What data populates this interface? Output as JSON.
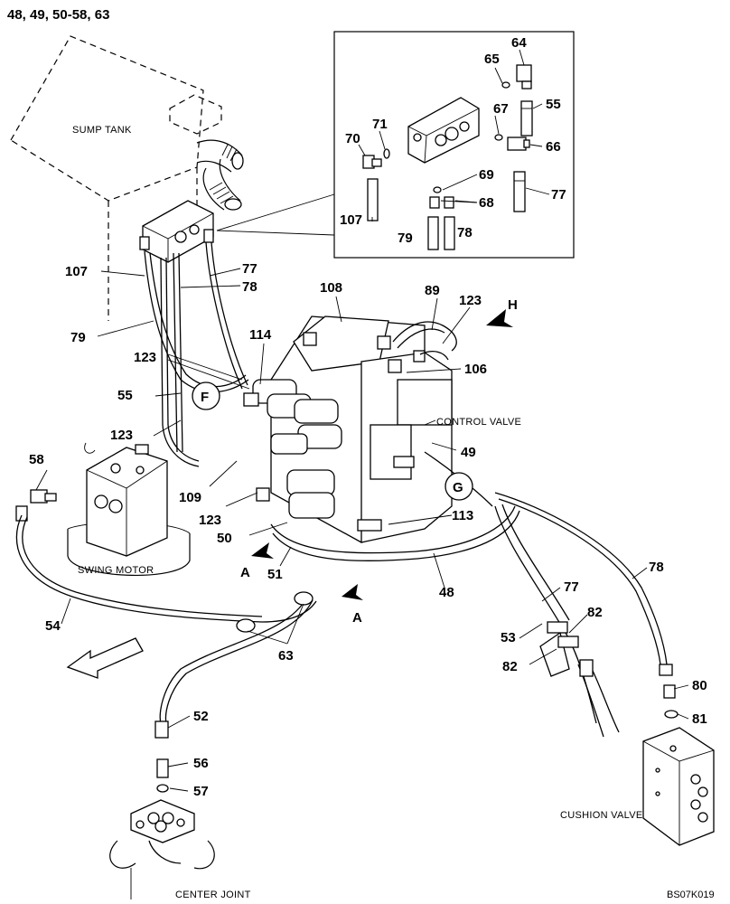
{
  "header": "48, 49, 50-58, 63",
  "drawing_code": "BS07K019",
  "captions": {
    "sump_tank": "SUMP TANK",
    "control_valve": "CONTROL VALVE",
    "swing_motor": "SWING MOTOR",
    "center_joint": "CENTER JOINT",
    "cushion_valve": "CUSHION VALVE"
  },
  "view_markers": {
    "a": "A",
    "h": "H",
    "f": "F",
    "g": "G"
  },
  "callouts": [
    {
      "id": "c64",
      "text": "64"
    },
    {
      "id": "c65",
      "text": "65"
    },
    {
      "id": "c55a",
      "text": "55"
    },
    {
      "id": "c71",
      "text": "71"
    },
    {
      "id": "c67",
      "text": "67"
    },
    {
      "id": "c70",
      "text": "70"
    },
    {
      "id": "c66",
      "text": "66"
    },
    {
      "id": "c69",
      "text": "69"
    },
    {
      "id": "c68",
      "text": "68"
    },
    {
      "id": "c77a",
      "text": "77"
    },
    {
      "id": "c107a",
      "text": "107"
    },
    {
      "id": "c79a",
      "text": "79"
    },
    {
      "id": "c78a",
      "text": "78"
    },
    {
      "id": "c107b",
      "text": "107"
    },
    {
      "id": "c77b",
      "text": "77"
    },
    {
      "id": "c78b",
      "text": "78"
    },
    {
      "id": "c108",
      "text": "108"
    },
    {
      "id": "c89",
      "text": "89"
    },
    {
      "id": "c123a",
      "text": "123"
    },
    {
      "id": "c79b",
      "text": "79"
    },
    {
      "id": "c114",
      "text": "114"
    },
    {
      "id": "c123b",
      "text": "123"
    },
    {
      "id": "c106",
      "text": "106"
    },
    {
      "id": "c55b",
      "text": "55"
    },
    {
      "id": "c123c",
      "text": "123"
    },
    {
      "id": "c49",
      "text": "49"
    },
    {
      "id": "c58",
      "text": "58"
    },
    {
      "id": "c109",
      "text": "109"
    },
    {
      "id": "c123d",
      "text": "123"
    },
    {
      "id": "c113",
      "text": "113"
    },
    {
      "id": "c50",
      "text": "50"
    },
    {
      "id": "c51",
      "text": "51"
    },
    {
      "id": "c78c",
      "text": "78"
    },
    {
      "id": "c48",
      "text": "48"
    },
    {
      "id": "c77c",
      "text": "77"
    },
    {
      "id": "c54",
      "text": "54"
    },
    {
      "id": "c82a",
      "text": "82"
    },
    {
      "id": "c53",
      "text": "53"
    },
    {
      "id": "c63",
      "text": "63"
    },
    {
      "id": "c82b",
      "text": "82"
    },
    {
      "id": "c80",
      "text": "80"
    },
    {
      "id": "c52",
      "text": "52"
    },
    {
      "id": "c81",
      "text": "81"
    },
    {
      "id": "c56",
      "text": "56"
    },
    {
      "id": "c57",
      "text": "57"
    }
  ]
}
